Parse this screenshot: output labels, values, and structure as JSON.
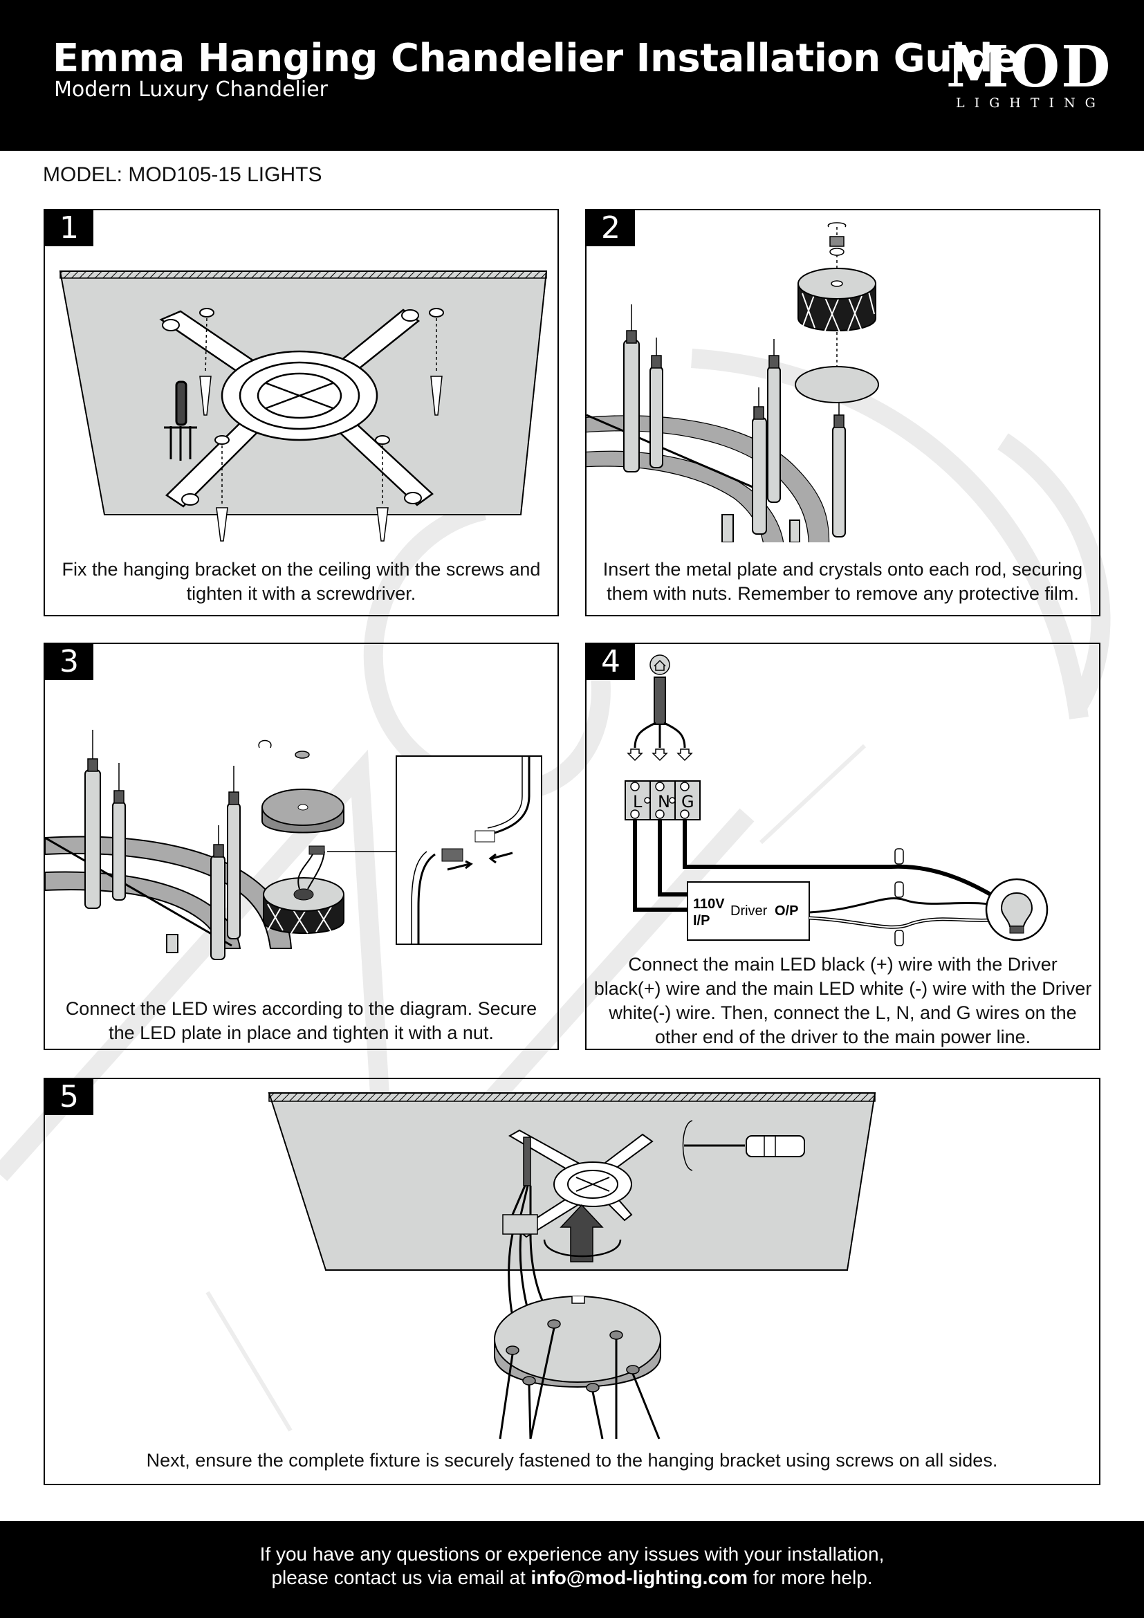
{
  "header": {
    "title": "Emma Hanging Chandelier Installation Guide",
    "subtitle": "Modern Luxury Chandelier",
    "logo_mark": "MOD",
    "logo_sub": "LIGHTING"
  },
  "model": "MODEL: MOD105-15 LIGHTS",
  "steps": [
    {
      "number": "1",
      "caption": "Fix the hanging bracket on the ceiling with the screws and tighten it with a screwdriver."
    },
    {
      "number": "2",
      "caption": "Insert the metal plate and crystals onto each rod, securing them with nuts. Remember to remove any protective film."
    },
    {
      "number": "3",
      "caption": "Connect the LED wires according to the diagram. Secure the LED plate in place and tighten it with a nut."
    },
    {
      "number": "4",
      "caption": "Connect the main LED black (+) wire with the Driver black(+) wire and the main LED white (-) wire with the Driver white(-) wire. Then, connect the L, N, and G wires on the other end of the driver to the main power line."
    },
    {
      "number": "5",
      "caption": "Next, ensure the complete fixture is securely fastened to the hanging bracket using screws on all sides."
    }
  ],
  "wiring": {
    "terminal_l": "L",
    "terminal_n": "N",
    "terminal_g": "G",
    "driver_input": "110V",
    "driver_input_sub": "I/P",
    "driver_label": "Driver",
    "driver_output": "O/P"
  },
  "footer": {
    "line1": "If you have any questions or experience any issues with your installation,",
    "line2_pre": "please contact us via email at ",
    "email": "info@mod-lighting.com",
    "line2_post": " for more help."
  }
}
